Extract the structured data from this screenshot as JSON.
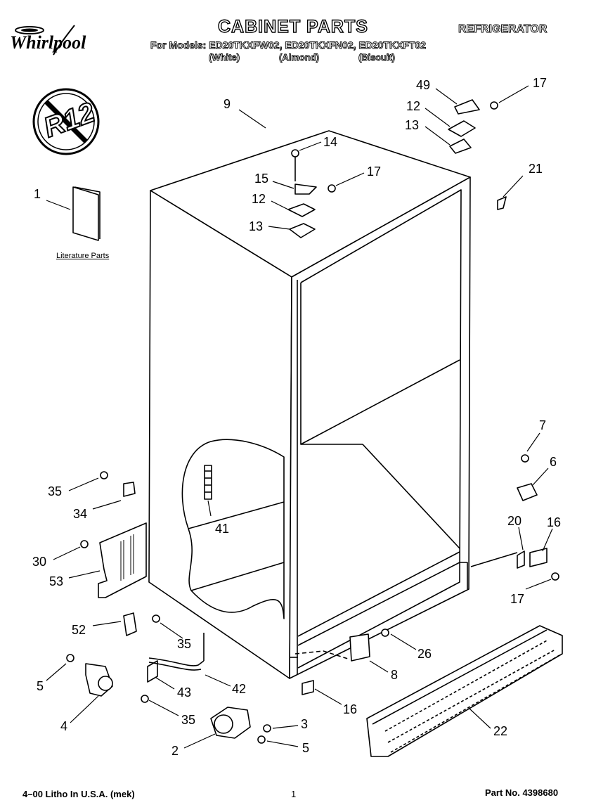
{
  "header": {
    "title": "CABINET PARTS",
    "category": "REFRIGERATOR",
    "models_line": "For Models: ED20TKXFW02, ED20TKXFN02, ED20TKXFT02",
    "color_white": "(White)",
    "color_almond": "(Almond)",
    "color_biscuit": "(Biscuit)"
  },
  "brand": {
    "logo_text": "Whirlpool"
  },
  "badge": {
    "text": "R12",
    "icon": "no-r12-icon"
  },
  "literature": {
    "label": "Literature Parts"
  },
  "callouts": [
    "1",
    "9",
    "14",
    "15",
    "17",
    "12",
    "13",
    "49",
    "17",
    "12",
    "13",
    "21",
    "7",
    "6",
    "20",
    "16",
    "17",
    "35",
    "34",
    "41",
    "30",
    "53",
    "52",
    "35",
    "26",
    "8",
    "5",
    "4",
    "43",
    "42",
    "35",
    "2",
    "3",
    "5",
    "16",
    "22"
  ],
  "footer": {
    "print_info": "4–00 Litho In U.S.A. (mek)",
    "page_number": "1",
    "part_number": "Part No. 4398680"
  }
}
